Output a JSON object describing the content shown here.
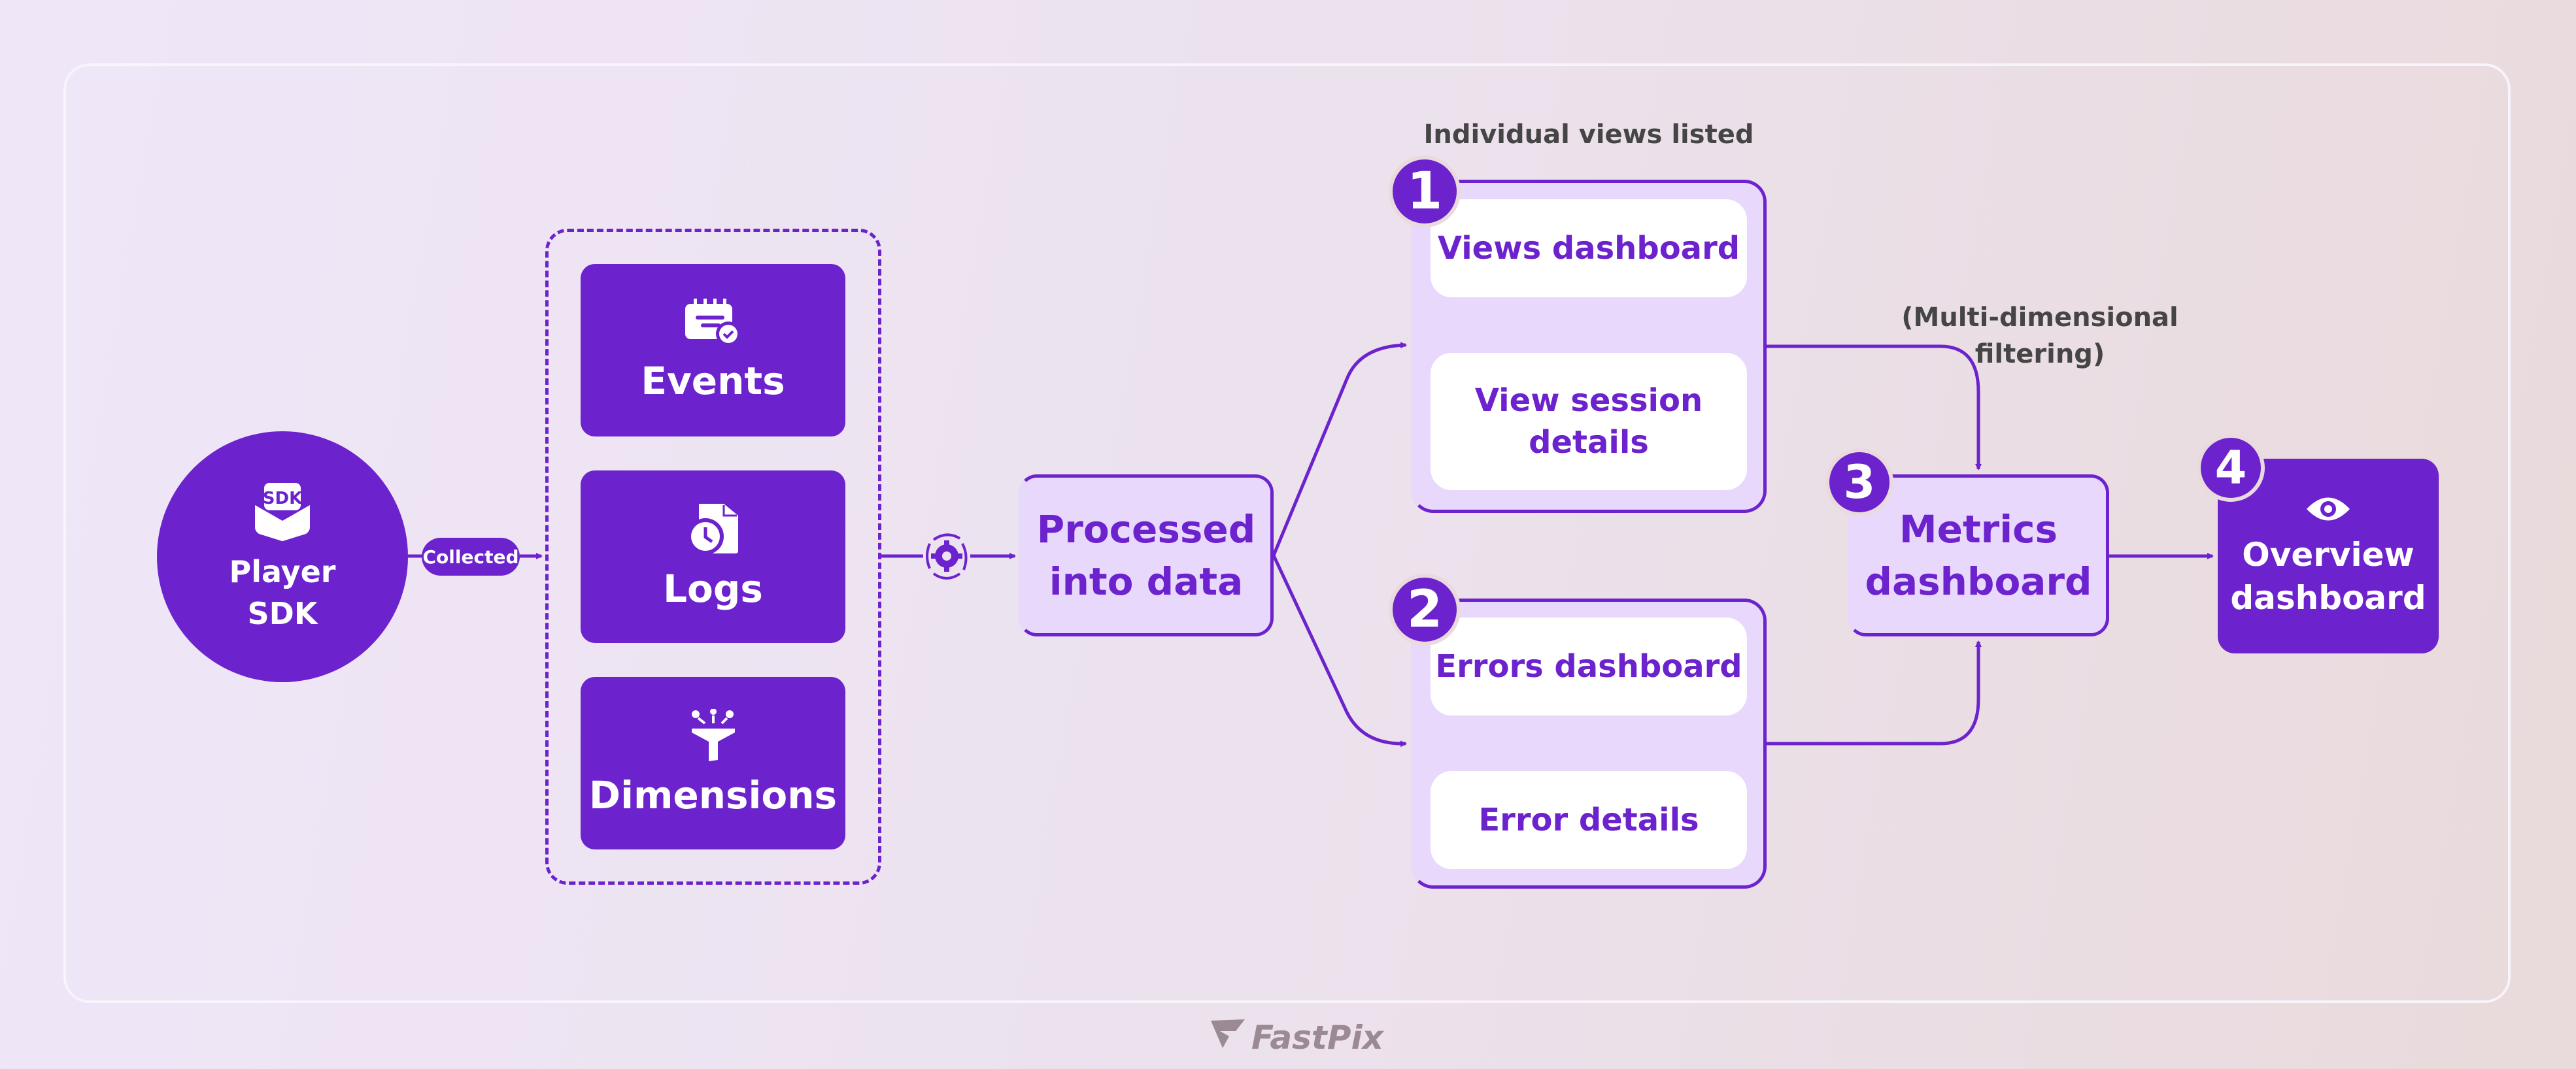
{
  "colors": {
    "accent": "#6c22cd",
    "panel_fill": "#e8d8fc",
    "card_fill": "#ffffff",
    "note_text": "#454545",
    "logo_text": "#9b8a93"
  },
  "source": {
    "label_line1": "Player",
    "label_line2": "SDK",
    "icon": "sdk-package-icon",
    "icon_text": "SDK"
  },
  "collect_edge": {
    "label": "Collected"
  },
  "data_sources": [
    {
      "label": "Events",
      "icon": "calendar-check-icon"
    },
    {
      "label": "Logs",
      "icon": "document-clock-icon"
    },
    {
      "label": "Dimensions",
      "icon": "funnel-icon"
    }
  ],
  "processing": {
    "icon": "gear-cycle-icon",
    "label_line1": "Processed",
    "label_line2": "into data"
  },
  "views_group": {
    "number": "1",
    "caption": "Individual views listed",
    "cards": [
      "Views dashboard",
      "View session details"
    ]
  },
  "errors_group": {
    "number": "2",
    "cards": [
      "Errors dashboard",
      "Error details"
    ]
  },
  "metrics": {
    "number": "3",
    "label_line1": "Metrics",
    "label_line2": "dashboard",
    "note_line1": "(Multi-dimensional",
    "note_line2": "filtering)"
  },
  "overview": {
    "number": "4",
    "icon": "eye-icon",
    "label_line1": "Overview",
    "label_line2": "dashboard"
  },
  "footer": {
    "brand": "FastPix",
    "logo_icon": "fastpix-logo-icon"
  }
}
